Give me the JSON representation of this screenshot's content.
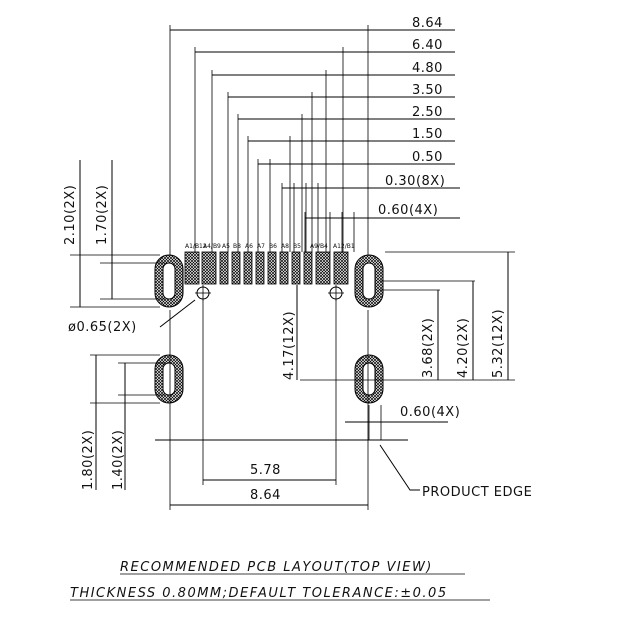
{
  "dimensions": {
    "top_8_64": "8.64",
    "top_6_40": "6.40",
    "top_4_80": "4.80",
    "top_3_50": "3.50",
    "top_2_50": "2.50",
    "top_1_50": "1.50",
    "top_0_50": "0.50",
    "pitch_0_30": "0.30(8X)",
    "pad_0_60_top": "0.60(4X)",
    "left_2_10": "2.10(2X)",
    "left_1_70": "1.70(2X)",
    "hole_dia": "ø0.65(2X)",
    "center_4_17": "4.17(12X)",
    "right_3_68": "3.68(2X)",
    "right_4_20": "4.20(2X)",
    "right_5_32": "5.32(12X)",
    "pad_0_60_bottom": "0.60(4X)",
    "left_1_80": "1.80(2X)",
    "left_1_40": "1.40(2X)",
    "bottom_5_78": "5.78",
    "bottom_8_64": "8.64"
  },
  "pin_labels": [
    "A1/B12",
    "A4/B9",
    "A5",
    "B8",
    "A6",
    "A7",
    "B6",
    "A8",
    "B5",
    "A9/B4",
    "A12/B1"
  ],
  "product_edge_label": "PRODUCT EDGE",
  "caption": {
    "title": "RECOMMENDED PCB LAYOUT(TOP VIEW)",
    "subtitle": "THICKNESS 0.80MM;DEFAULT TOLERANCE:±0.05"
  }
}
